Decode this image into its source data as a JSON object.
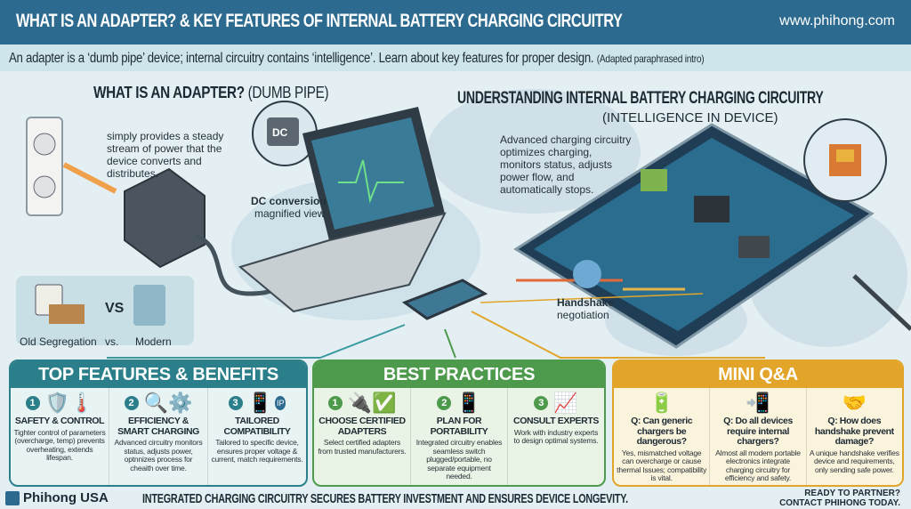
{
  "header": {
    "title": "WHAT IS AN ADAPTER? & KEY FEATURES OF INTERNAL BATTERY CHARGING CIRCUITRY",
    "url": "www.phihong.com"
  },
  "intro": {
    "text": "An adapter is a ‘dumb pipe’ device; internal circuitry contains ‘intelligence’. Learn about key features for proper design.",
    "note": "(Adapted paraphrased intro)"
  },
  "adapter": {
    "title": "WHAT IS AN ADAPTER?",
    "title_paren": "(DUMB PIPE)",
    "caption": "simply provides a steady stream of power that the device converts and distributes.",
    "dc_label": "DC",
    "dc_title": "DC conversion",
    "dc_sub": "magnified view"
  },
  "compare": {
    "vs": "VS",
    "old": "Old Segregation",
    "mid": "vs.",
    "modern": "Modern"
  },
  "circuitry": {
    "title": "UNDERSTANDING INTERNAL BATTERY CHARGING CIRCUITRY",
    "subtitle": "(INTELLIGENCE IN DEVICE)",
    "caption": "Advanced charging circuitry optimizes charging, monitors status, adjusts power flow, and automatically stops.",
    "handshake_title": "Handshake",
    "handshake_sub": "negotiation"
  },
  "features": {
    "title": "TOP FEATURES & BENEFITS",
    "color": "#2a7f8a",
    "items": [
      {
        "num": "1",
        "icon": "shield-thermometer-icon",
        "title": "SAFETY & CONTROL",
        "desc": "Tighter control of parameters (overcharge, temp) prevents overheating, extends lifespan."
      },
      {
        "num": "2",
        "icon": "magnifier-chart-gear-icon",
        "title": "EFFICIENCY & SMART CHARGING",
        "desc": "Advanced circuitry monitors status, adjusts power, optnnizes process for cheaith over time."
      },
      {
        "num": "3",
        "icon": "tablet-check-icon",
        "title": "TAILORED COMPATIBILITY",
        "desc": "Tailored to specific device, ensures proper voltage & current, match requirements.",
        "badge": "IP"
      }
    ]
  },
  "practices": {
    "title": "BEST PRACTICES",
    "color": "#4d9a4c",
    "items": [
      {
        "num": "1",
        "icon": "certified-adapter-icon",
        "title": "CHOOSE CERTIFIED ADAPTERS",
        "desc": "Select certified adapters from trusted manufacturers."
      },
      {
        "num": "2",
        "icon": "tablet-phone-icon",
        "title": "PLAN FOR PORTABILITY",
        "desc": "Integrated circuitry enables seamless switch plugged/portable, no separate equipment needed."
      },
      {
        "num": "3",
        "icon": "presentation-icon",
        "title": "CONSULT EXPERTS",
        "desc": "Work with industry experts to design optimal systems."
      }
    ]
  },
  "qa": {
    "title": "MINI Q&A",
    "color": "#e2a52a",
    "items": [
      {
        "icon": "battery-alert-icon",
        "q": "Q: Can generic chargers be dangerous?",
        "a": "Yes, mismatched voltage can overcharge or cause thermal Issues; compatibility is vital."
      },
      {
        "icon": "tablet-arrows-icon",
        "q": "Q: Do all devices require internal chargers?",
        "a": "Almost all modem portable electronics integrate charging circuitry for efficiency and safety."
      },
      {
        "icon": "handshake-icon",
        "q": "Q: How does handshake prevent damage?",
        "a": "A unique handshake verifies device and requirements, only sending safe power."
      }
    ]
  },
  "footer": {
    "logo": "Phihong USA",
    "tagline": "INTEGRATED CHARGING CIRCUITRY SECURES BATTERY INVESTMENT AND ENSURES DEVICE LONGEVITY.",
    "cta1": "READY TO PARTNER?",
    "cta2": "CONTACT PHIHONG TODAY."
  }
}
